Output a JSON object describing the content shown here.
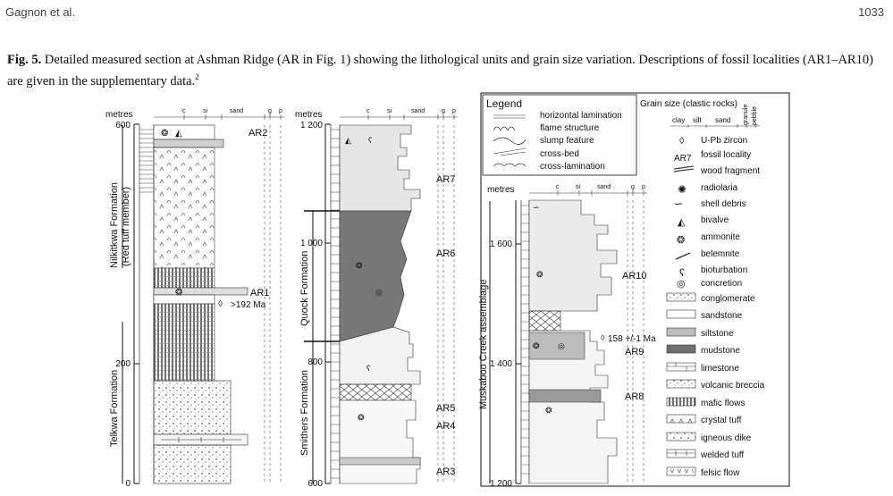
{
  "header": {
    "authors": "Gagnon et al.",
    "page_number": "1033"
  },
  "caption": {
    "label": "Fig. 5.",
    "text": "Detailed measured section at Ashman Ridge (AR in Fig. 1) showing the lithological units and grain size variation. Descriptions of fossil localities (AR1–AR10) are given in the supplementary data.",
    "sup": "2"
  },
  "scale": {
    "unit": "metres",
    "grain_ticks": [
      "c",
      "si",
      "sand",
      "g",
      "p"
    ]
  },
  "columns": [
    {
      "ticks": [
        "600",
        "200",
        "0"
      ],
      "formations": [
        "Nilkitkwa Formation",
        "(Red tuff member)",
        "Telkwa Formation"
      ],
      "localities": [
        "AR2",
        "AR1"
      ],
      "age": ">192 Ma"
    },
    {
      "ticks": [
        "1 200",
        "1 000",
        "800",
        "600"
      ],
      "formations": [
        "Quock Formation",
        "Smithers Formation"
      ],
      "localities": [
        "AR7",
        "AR6",
        "AR5",
        "AR4",
        "AR3"
      ]
    },
    {
      "ticks": [
        "1 600",
        "1 400",
        "1 200"
      ],
      "formations": [
        "Muskaboo Creek assemblage"
      ],
      "localities": [
        "AR10",
        "AR9",
        "AR8"
      ],
      "age": "158 +/-1 Ma"
    }
  ],
  "legend": {
    "title": "Legend",
    "structures": [
      "horizontal lamination",
      "flame structure",
      "slump feature",
      "cross-bed",
      "cross-lamination"
    ],
    "grain_title": "Grain size (clastic rocks)",
    "grain_labels": [
      "clay",
      "silt",
      "sand",
      "granule",
      "pebble"
    ],
    "symbols": [
      "U-Pb zircon",
      "fossil locality",
      "wood fragment",
      "radiolaria",
      "shell debris",
      "bivalve",
      "ammonite",
      "belemnite",
      "bioturbation",
      "concretion"
    ],
    "locality_example": "AR7",
    "lithologies": [
      "conglomerate",
      "sandstone",
      "siltstone",
      "mudstone",
      "limestone",
      "volcanic breccia",
      "mafic flows",
      "crystal tuff",
      "igneous dike",
      "welded tuff",
      "felsic flow"
    ]
  }
}
